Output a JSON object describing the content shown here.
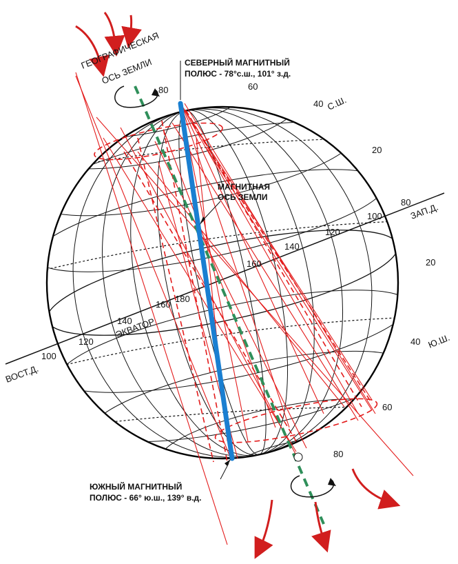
{
  "labels": {
    "geo_axis_line1": "ГЕОГРАФИЧЕСКАЯ",
    "geo_axis_line2": "ОСЬ ЗЕМЛИ",
    "north_pole_line1": "СЕВЕРНЫЙ МАГНИТНЫЙ",
    "north_pole_line2": "ПОЛЮС - 78°с.ш., 101° з.д.",
    "mag_axis_line1": "МАГНИТНАЯ",
    "mag_axis_line2": "ОСЬ ЗЕМЛИ",
    "equator": "ЭКВАТОР",
    "south_pole_line1": "ЮЖНЫЙ МАГНИТНЫЙ",
    "south_pole_line2": "ПОЛЮС - 66° ю.ш., 139° в.д.",
    "east_long": "ВОСТ.Д.",
    "west_long": "ЗАП.Д.",
    "north_lat": "С.Ш.",
    "south_lat": "Ю.Ш."
  },
  "degree_labels": {
    "top_80": "80",
    "top_60": "60",
    "top_40": "40",
    "right_20_upper": "20",
    "right_80": "80",
    "right_100": "100",
    "right_120": "120",
    "right_140": "140",
    "right_160": "160",
    "right_20_lower": "20",
    "right_40": "40",
    "right_60": "60",
    "bottom_80": "80",
    "mid_180": "180",
    "mid_160": "160",
    "mid_140": "140",
    "left_120": "120",
    "left_100": "100"
  },
  "colors": {
    "globe": "#000000",
    "grid": "#111111",
    "field_lines": "#e31b1b",
    "magnetic_axis": "#1a7fd1",
    "geo_axis": "#2f8f5a",
    "arrows": "#d11e1e"
  }
}
